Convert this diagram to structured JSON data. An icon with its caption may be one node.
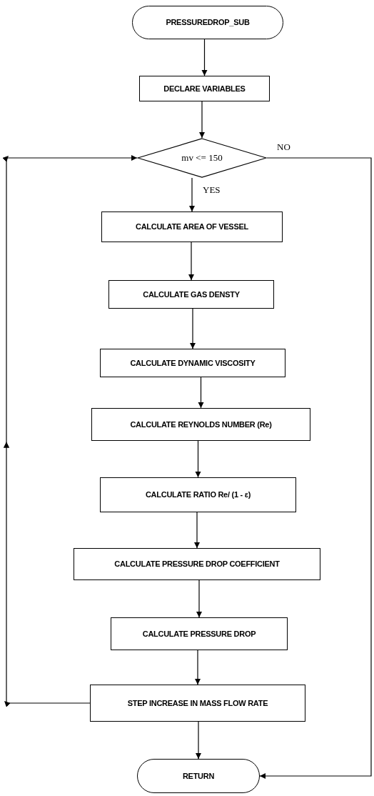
{
  "diagram": {
    "nodes": [
      {
        "text": [
          "PRESSUREDROP_SUB"
        ]
      },
      {
        "text": [
          "DECLARE VARIABLES"
        ]
      },
      {
        "text": [
          "mv <= 150"
        ]
      },
      {
        "text": [
          "CALCULATE AREA OF VESSEL"
        ]
      },
      {
        "text": [
          "CALCULATE GAS DENSTY"
        ]
      },
      {
        "text": [
          "CALCULATE DYNAMIC VISCOSITY"
        ]
      },
      {
        "text": [
          "CALCULATE REYNOLDS NUMBER (Re)"
        ]
      },
      {
        "text": [
          "CALCULATE RATIO Re/ (1 - **ε**)"
        ]
      },
      {
        "text": [
          "CALCULATE PRESSURE DROP COEFFICIENT"
        ]
      },
      {
        "text": [
          "CALCULATE PRESSURE DROP"
        ]
      },
      {
        "text": [
          "STEP INCREASE IN MASS FLOW RATE"
        ]
      },
      {
        "text": [
          "RETURN"
        ]
      }
    ],
    "edges": [
      {
        "from": 0,
        "to": 1,
        "arrow": "to"
      },
      {
        "from": 1,
        "to": 2,
        "arrow": "to"
      },
      {
        "from": 2,
        "to": 3,
        "arrow": "to",
        "label": "YES"
      },
      {
        "from": 2,
        "to": 11,
        "arrow": "to",
        "label": "NO"
      },
      {
        "from": 3,
        "to": 4,
        "arrow": "to"
      },
      {
        "from": 4,
        "to": 5,
        "arrow": "to"
      },
      {
        "from": 5,
        "to": 6,
        "arrow": "to"
      },
      {
        "from": 6,
        "to": 7,
        "arrow": "to"
      },
      {
        "from": 7,
        "to": 8,
        "arrow": "to"
      },
      {
        "from": 8,
        "to": 9,
        "arrow": "to"
      },
      {
        "from": 9,
        "to": 10,
        "arrow": "to"
      },
      {
        "from": 10,
        "to": 11,
        "arrow": "to"
      },
      {
        "from": 10,
        "to": 2,
        "arrow": "to"
      }
    ]
  }
}
